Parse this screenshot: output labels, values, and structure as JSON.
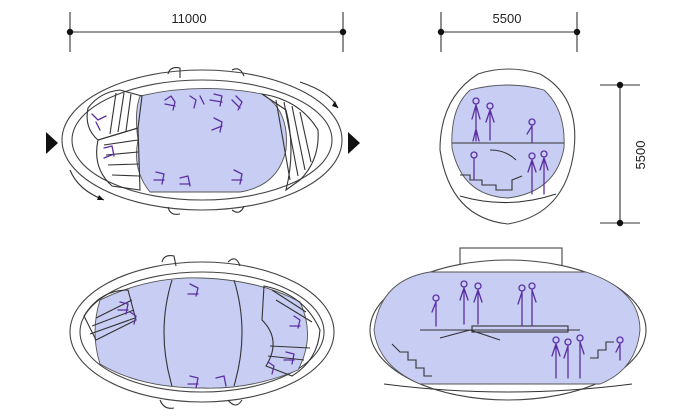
{
  "dimensions": {
    "plan_width": "11000",
    "section_width": "5500",
    "section_height": "5500"
  },
  "colors": {
    "interior_fill": "#c7cdf3",
    "figure_stroke": "#5b2fa3",
    "line": "#333333",
    "arrow": "#111111"
  }
}
